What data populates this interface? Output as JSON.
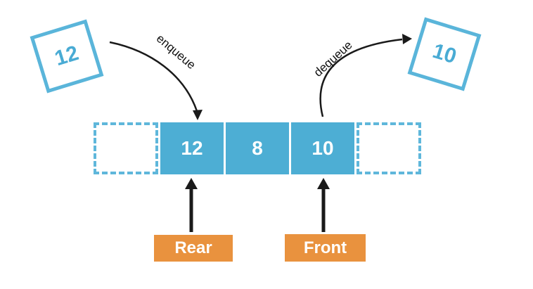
{
  "queue": {
    "cells": [
      {
        "value": "",
        "state": "empty"
      },
      {
        "value": "12",
        "state": "filled"
      },
      {
        "value": "8",
        "state": "filled"
      },
      {
        "value": "10",
        "state": "filled"
      },
      {
        "value": "",
        "state": "empty"
      }
    ]
  },
  "operations": {
    "enqueue": {
      "label": "enqueue",
      "item": "12"
    },
    "dequeue": {
      "label": "dequeue",
      "item": "10"
    }
  },
  "pointers": {
    "rear": "Rear",
    "front": "Front"
  },
  "colors": {
    "blue_fill": "#4DAED4",
    "blue_border": "#5FB7DB",
    "orange": "#E9923E",
    "arrow_black": "#1A1A1A",
    "cell_text": "#FFFFFF"
  }
}
